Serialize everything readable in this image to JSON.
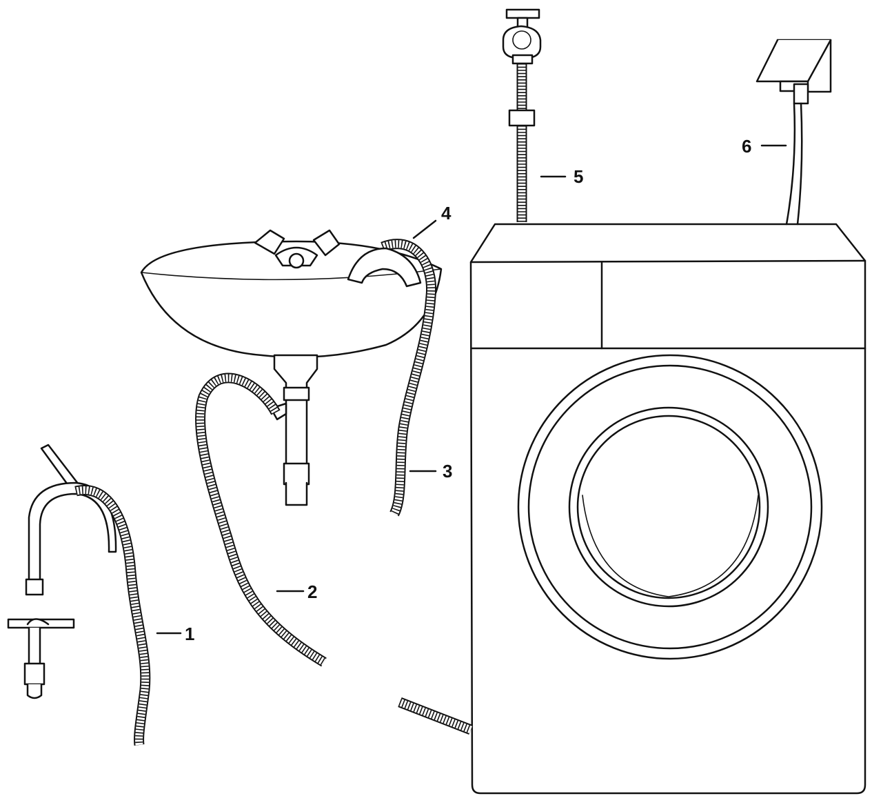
{
  "callouts": [
    {
      "id": "1",
      "label": "1"
    },
    {
      "id": "2",
      "label": "2"
    },
    {
      "id": "3",
      "label": "3"
    },
    {
      "id": "4",
      "label": "4"
    },
    {
      "id": "5",
      "label": "5"
    },
    {
      "id": "6",
      "label": "6"
    }
  ],
  "icons": {
    "standpipe": "standpipe-drain-icon",
    "sink": "washbasin-icon",
    "tap": "water-tap-icon",
    "socket": "power-socket-icon",
    "washer": "washing-machine-icon"
  }
}
